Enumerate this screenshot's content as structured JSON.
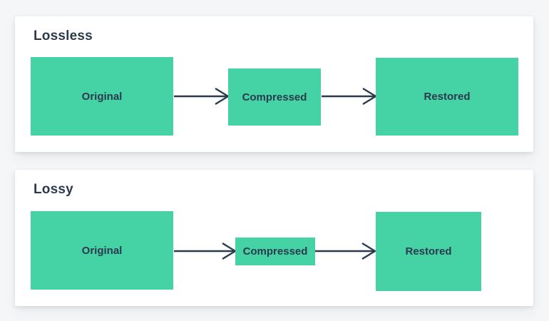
{
  "colors": {
    "background": "#f5f6f8",
    "card": "#ffffff",
    "node_green": "#45d3a5",
    "text_navy": "#2b3a4d"
  },
  "icons": {
    "flow_arrow": "arrow-right-icon"
  },
  "panels": [
    {
      "title": "Lossless",
      "nodes": [
        {
          "label": "Original"
        },
        {
          "label": "Compressed"
        },
        {
          "label": "Restored"
        }
      ]
    },
    {
      "title": "Lossy",
      "nodes": [
        {
          "label": "Original"
        },
        {
          "label": "Compressed"
        },
        {
          "label": "Restored"
        }
      ]
    }
  ]
}
